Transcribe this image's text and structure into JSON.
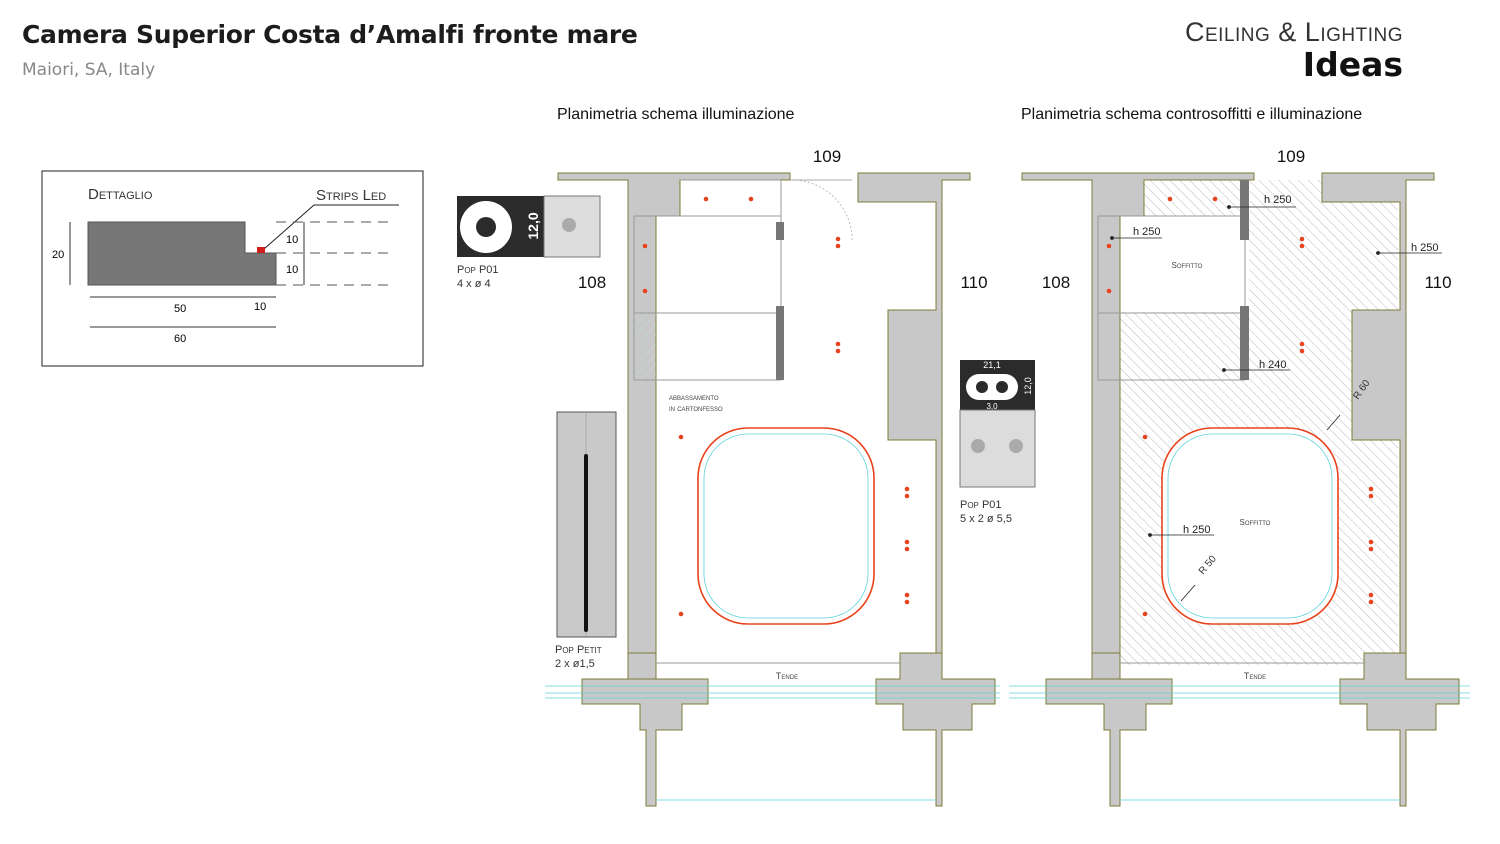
{
  "header": {
    "title": "Camera Superior Costa d’Amalfi fronte mare",
    "location": "Maiori, SA, Italy",
    "brand_line1": "Ceiling & Lighting",
    "brand_line2": "Ideas"
  },
  "detail": {
    "title": "Dettaglio",
    "strip_label": "Strips Led",
    "dims": {
      "height": "20",
      "upper": "10",
      "lower": "10",
      "base": "50",
      "step": "10",
      "total": "60"
    }
  },
  "plans": {
    "left_title": "Planimetria schema illuminazione",
    "right_title": "Planimetria schema controsoffitti e illuminazione",
    "room_109": "109",
    "room_108": "108",
    "room_110": "110",
    "lowering_label": "abbassamento",
    "lowering_label2": "in cartonfesso",
    "curtains": "Tende",
    "ceiling_label": "Soffitto",
    "h250": "h 250",
    "h240": "h 240",
    "r60": "R 60",
    "r50": "R 50"
  },
  "products": {
    "p1_name": "Pop P01",
    "p1_spec": "4 x ø 4",
    "p1_dim": "12,0",
    "p2_name": "Pop P01",
    "p2_spec": "5 x 2 ø 5,5",
    "p2_dim_w": "21,1",
    "p2_dim_h": "12,0",
    "p2_dim_s": "3,0",
    "p3_name": "Pop Petit",
    "p3_spec": "2 x ø1,5"
  },
  "colors": {
    "wall": "#c8c8c8",
    "wall_edge": "#7d7d3a",
    "spot": "#e8431c",
    "led": "#e8431c",
    "cyan": "#5fd3da",
    "dark": "#333333"
  }
}
